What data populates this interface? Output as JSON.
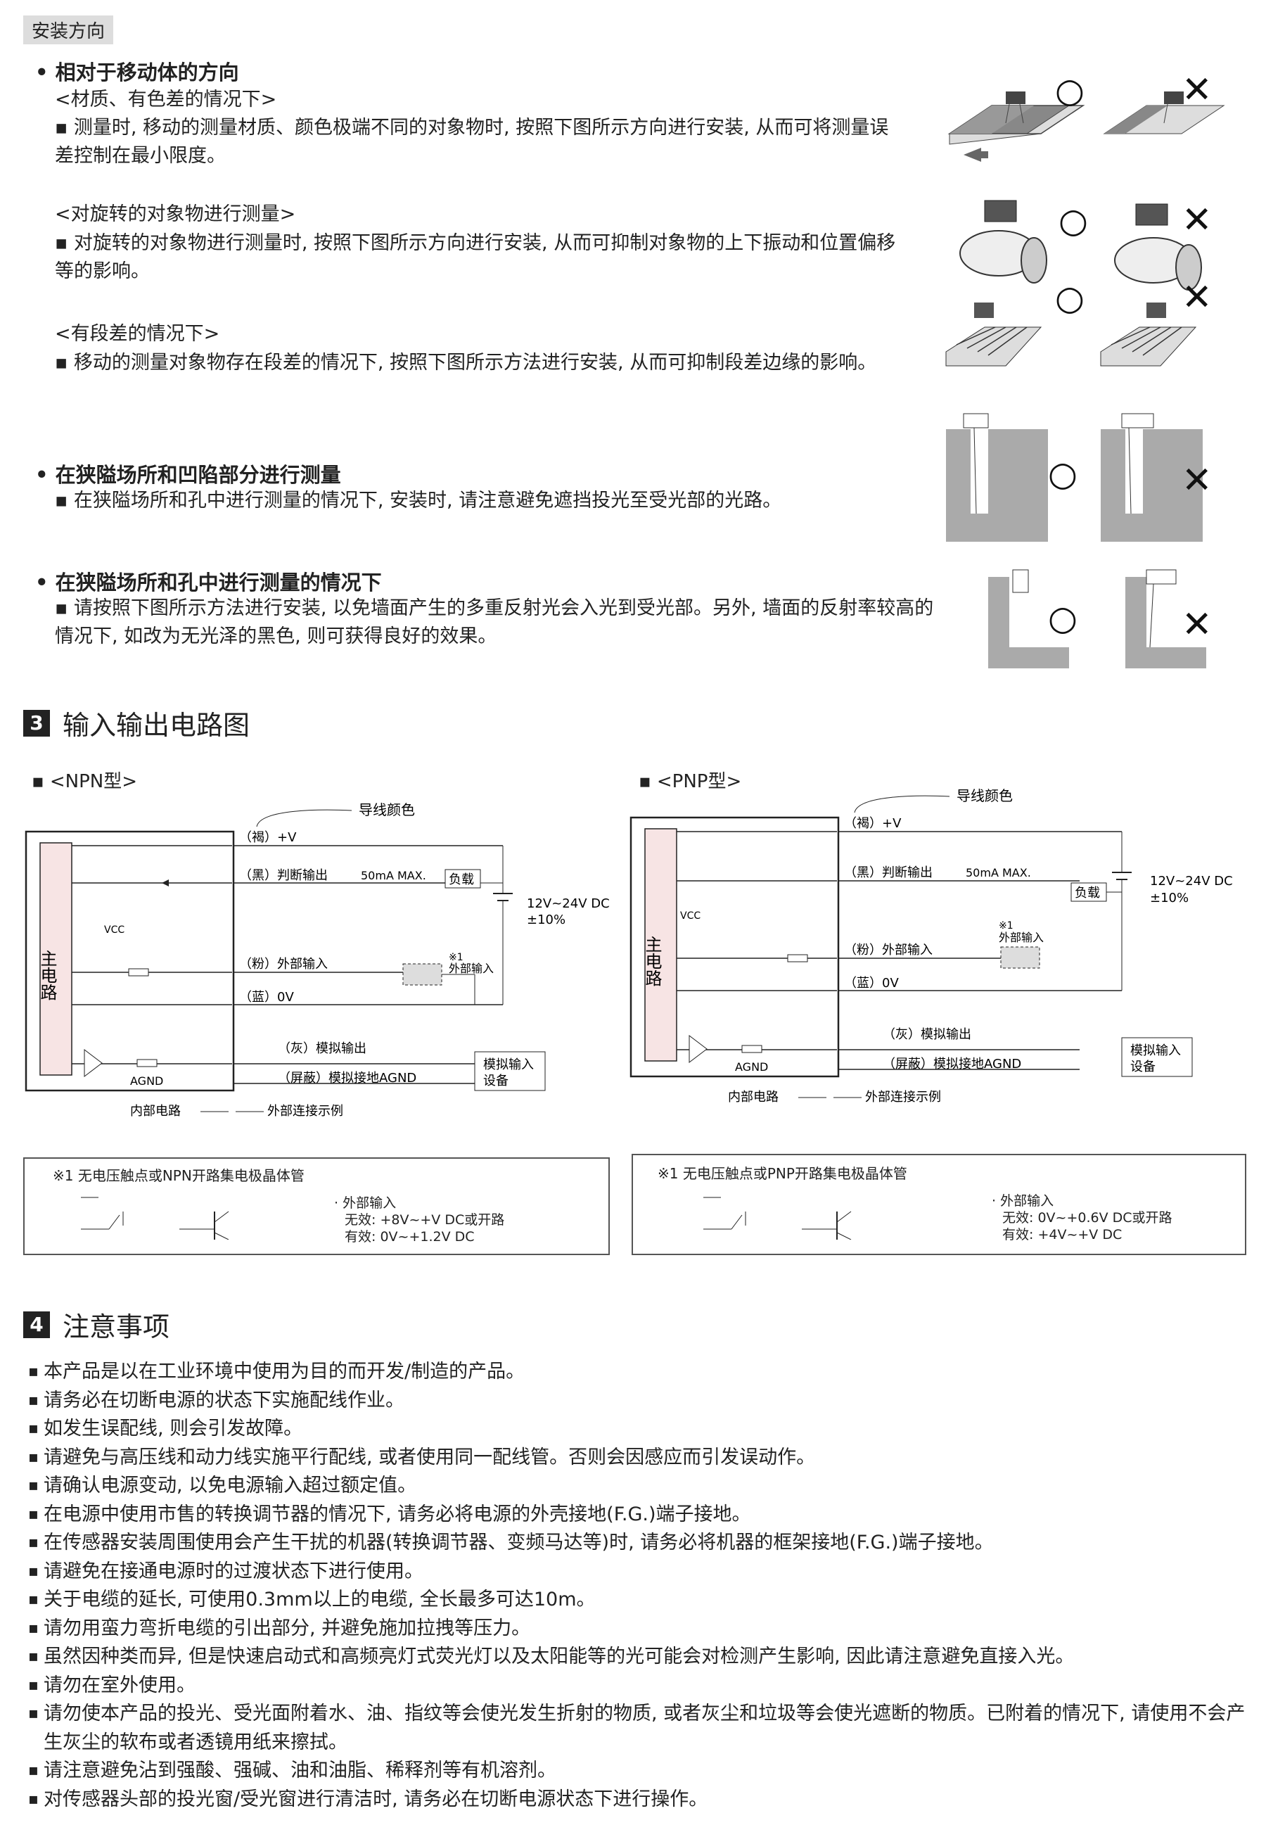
{
  "install": {
    "tag": "安装方向",
    "s1_title": "相对于移动体的方向",
    "s1_sub1": "<材质、有色差的情况下>",
    "s1_sub1_text": "▪ 测量时, 移动的测量材质、颜色极端不同的对象物时, 按照下图所示方向进行安装, 从而可将测量误差控制在最小限度。",
    "s1_sub2": "<对旋转的对象物进行测量>",
    "s1_sub2_text": "▪ 对旋转的对象物进行测量时, 按照下图所示方向进行安装, 从而可抑制对象物的上下振动和位置偏移等的影响。",
    "s1_sub3": "<有段差的情况下>",
    "s1_sub3_text": "▪ 移动的测量对象物存在段差的情况下, 按照下图所示方法进行安装, 从而可抑制段差边缘的影响。",
    "s2_title": "在狭隘场所和凹陷部分进行测量",
    "s2_text": "▪ 在狭隘场所和孔中进行测量的情况下, 安装时, 请注意避免遮挡投光至受光部的光路。",
    "s3_title": "在狭隘场所和孔中进行测量的情况下",
    "s3_text": "▪ 请按照下图所示方法进行安装, 以免墙面产生的多重反射光会入光到受光部。另外, 墙面的反射率较高的情况下, 如改为无光泽的黑色, 则可获得良好的效果。"
  },
  "circuit": {
    "num": "3",
    "title": "输入输出电路图",
    "npn": {
      "label": "▪ <NPN型>",
      "wire_color": "导线颜色",
      "brown": "（褐）+V",
      "black": "（黑）判断输出",
      "black_max": "50mA MAX.",
      "pink": "（粉）外部输入",
      "blue": "（蓝）0V",
      "gray": "（灰）模拟输出",
      "shield": "（屏蔽）模拟接地AGND",
      "load": "负载",
      "power": "12V~24V DC",
      "power_tol": "±10%",
      "vcc": "VCC",
      "agnd": "AGND",
      "main": "主电路",
      "note1": "※1",
      "ext_input": "外部输入",
      "analog_dev1": "模拟输入",
      "analog_dev2": "设备",
      "internal": "内部电路",
      "external": "外部连接示例",
      "fn_title": "※1 无电压触点或NPN开路集电极晶体管",
      "fn_ext": "· 外部输入",
      "fn_invalid": "无效: +8V~+V DC或开路",
      "fn_valid": "有效: 0V~+1.2V DC"
    },
    "pnp": {
      "label": "▪ <PNP型>",
      "wire_color": "导线颜色",
      "brown": "（褐）+V",
      "black": "（黑）判断输出",
      "black_max": "50mA MAX.",
      "pink": "（粉）外部输入",
      "blue": "（蓝）0V",
      "gray": "（灰）模拟输出",
      "shield": "（屏蔽）模拟接地AGND",
      "load": "负载",
      "power": "12V~24V DC",
      "power_tol": "±10%",
      "vcc": "VCC",
      "agnd": "AGND",
      "main": "主电路",
      "note1": "※1",
      "ext_input": "外部输入",
      "analog_dev1": "模拟输入",
      "analog_dev2": "设备",
      "internal": "内部电路",
      "external": "外部连接示例",
      "fn_title": "※1 无电压触点或PNP开路集电极晶体管",
      "fn_ext": "· 外部输入",
      "fn_invalid": "无效: 0V~+0.6V DC或开路",
      "fn_valid": "有效: +4V~+V DC"
    }
  },
  "notes": {
    "num": "4",
    "title": "注意事项",
    "items": [
      "本产品是以在工业环境中使用为目的而开发/制造的产品。",
      "请务必在切断电源的状态下实施配线作业。",
      "如发生误配线, 则会引发故障。",
      "请避免与高压线和动力线实施平行配线, 或者使用同一配线管。否则会因感应而引发误动作。",
      "请确认电源变动, 以免电源输入超过额定值。",
      "在电源中使用市售的转换调节器的情况下, 请务必将电源的外壳接地(F.G.)端子接地。",
      "在传感器安装周围使用会产生干扰的机器(转换调节器、变频马达等)时, 请务必将机器的框架接地(F.G.)端子接地。",
      "请避免在接通电源时的过渡状态下进行使用。",
      "关于电缆的延长, 可使用0.3mm以上的电缆, 全长最多可达10m。",
      "请勿用蛮力弯折电缆的引出部分, 并避免施加拉拽等压力。",
      "虽然因种类而异, 但是快速启动式和高频亮灯式荧光灯以及太阳能等的光可能会对检测产生影响, 因此请注意避免直接入光。",
      "请勿在室外使用。",
      "请勿使本产品的投光、受光面附着水、油、指纹等会使光发生折射的物质, 或者灰尘和垃圾等会使光遮断的物质。已附着的情况下, 请使用不会产生灰尘的软布或者透镜用纸来擦拭。",
      "请注意避免沾到强酸、强碱、油和油脂、稀释剂等有机溶剂。",
      "对传感器头部的投光窗/受光窗进行清洁时, 请务必在切断电源状态下进行操作。"
    ]
  },
  "marks": {
    "ok": "○",
    "ng": "✕"
  }
}
